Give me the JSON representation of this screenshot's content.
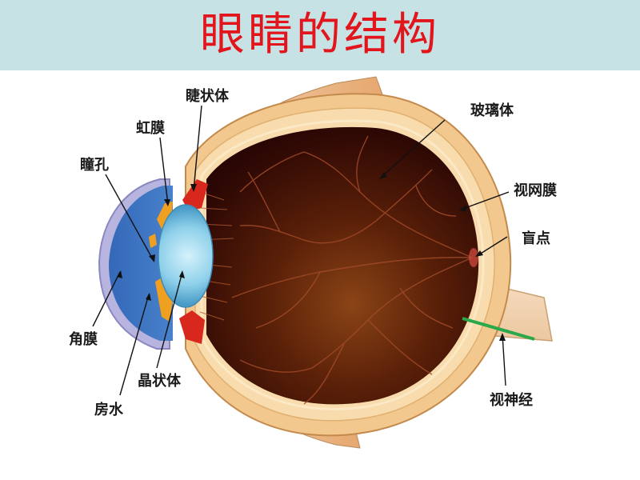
{
  "title": "眼睛的结构",
  "labels": {
    "ciliary_body": "睫状体",
    "iris": "虹膜",
    "pupil": "瞳孔",
    "cornea": "角膜",
    "lens": "晶状体",
    "aqueous_humor": "房水",
    "vitreous_body": "玻璃体",
    "retina": "视网膜",
    "blind_spot": "盲点",
    "optic_nerve": "视神经"
  },
  "colors": {
    "title_text": "#e2141c",
    "title_band": "#c6e2e4",
    "sclera": "#f2c88e",
    "interior": "#3a0c06",
    "cornea": "#3f74c4",
    "lens": "#8fd0ea",
    "ciliary": "#d8281e",
    "iris": "#f0a020",
    "optic_nerve_line": "#2aa84a"
  }
}
